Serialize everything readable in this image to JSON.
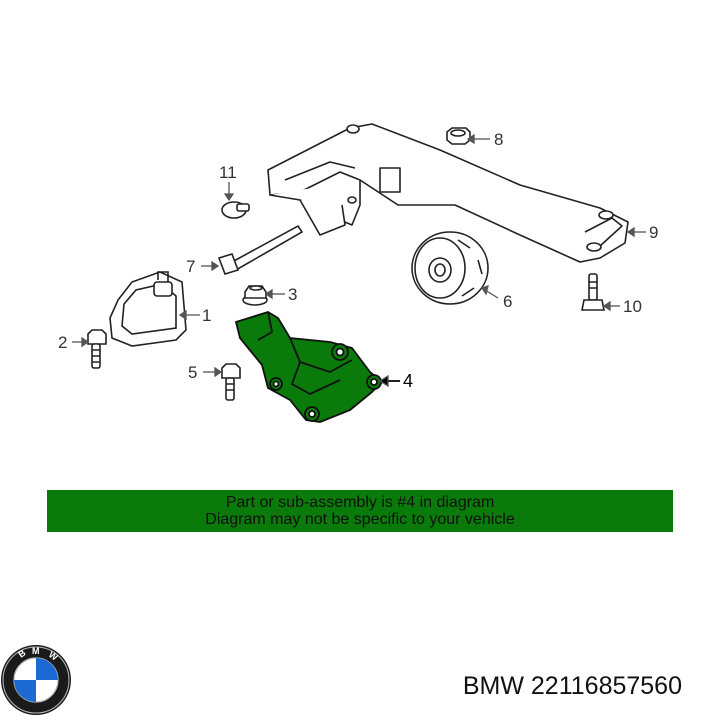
{
  "diagram": {
    "callouts": [
      "1",
      "2",
      "3",
      "4",
      "5",
      "6",
      "7",
      "8",
      "9",
      "10",
      "11"
    ],
    "highlight_color": "#0a7a0a"
  },
  "notice": {
    "line1": "Part or sub-assembly is #4 in diagram",
    "line2": "Diagram may not be specific to your vehicle"
  },
  "brand": {
    "logo_letters": "BMW",
    "part_number": "BMW 22116857560"
  }
}
